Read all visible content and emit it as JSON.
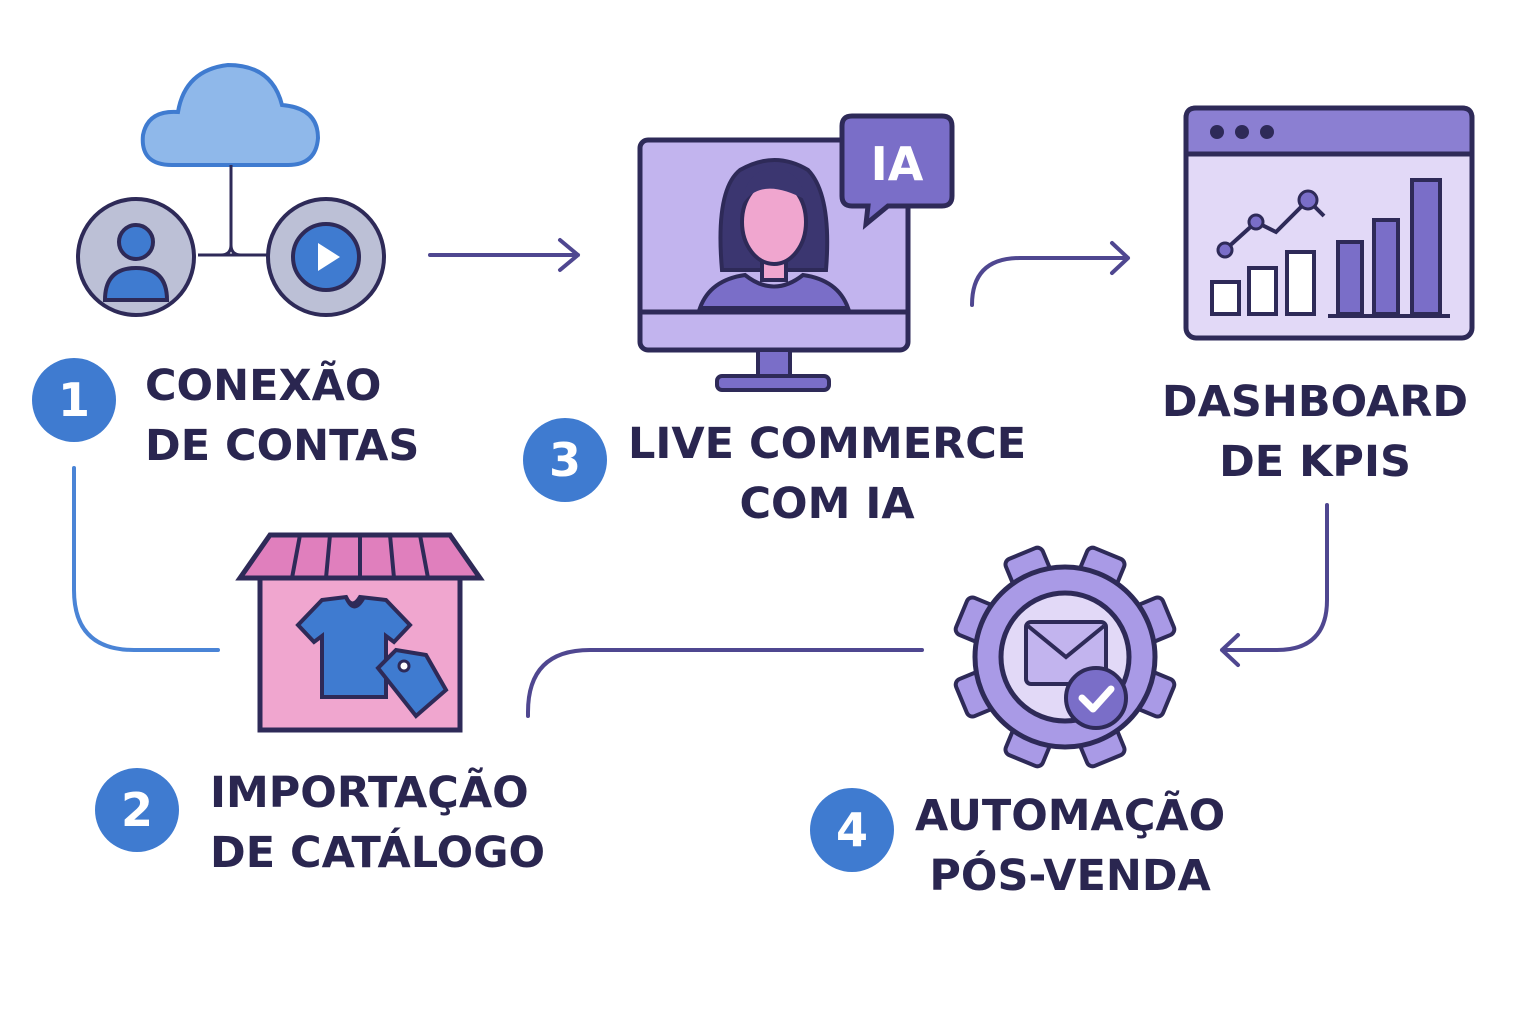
{
  "steps": [
    {
      "number": "1",
      "label_line1": "CONEXÃO",
      "label_line2": "DE CONTAS",
      "icon": "cloud-accounts-icon"
    },
    {
      "number": "2",
      "label_line1": "IMPORTAÇÃO",
      "label_line2": "DE CATÁLOGO",
      "icon": "store-catalog-icon"
    },
    {
      "number": "3",
      "label_line1": "LIVE COMMERCE",
      "label_line2": "COM IA",
      "icon": "live-monitor-icon"
    },
    {
      "number": "4",
      "label_line1": "AUTOMAÇÃO",
      "label_line2": "PÓS-VENDA",
      "icon": "automation-gear-icon"
    }
  ],
  "dashboard": {
    "label_line1": "DASHBOARD",
    "label_line2": "DE KPIS",
    "icon": "dashboard-chart-icon"
  },
  "ia_badge": "IA",
  "colors": {
    "outline": "#2e2a58",
    "blue": "#3f7bd0",
    "light_blue": "#8fb8ea",
    "purple": "#7a6ec8",
    "light_purple": "#c2b4ee",
    "pink": "#f0a6cf",
    "connector_blue": "#4a84d6",
    "connector_purple": "#4f4790"
  }
}
